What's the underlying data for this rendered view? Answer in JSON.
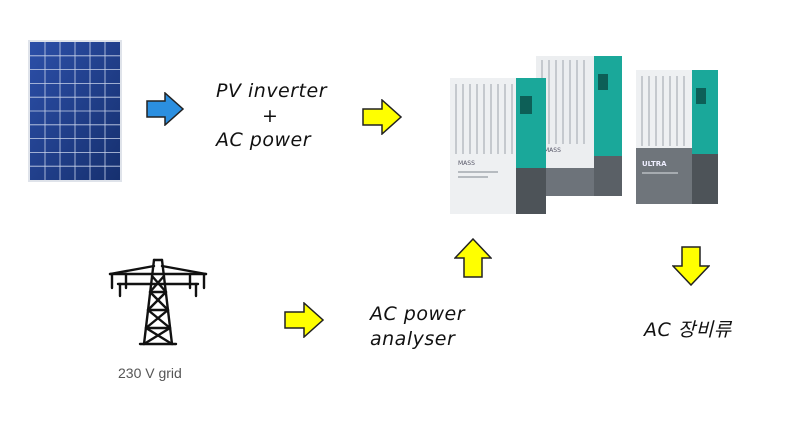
{
  "labels": {
    "pv_line1": "PV inverter",
    "pv_plus": "+",
    "pv_line2": "AC power",
    "analyser_line1": "AC power",
    "analyser_line2": "analyser",
    "equipment": "AC 장비류",
    "grid": "230 V grid"
  },
  "devices": {
    "unit1_brand": "MASS",
    "unit2_brand": "MASS",
    "unit3_brand": "ULTRA"
  },
  "colors": {
    "arrow_blue": "#2b8fe0",
    "arrow_yellow": "#ffff00",
    "device_teal": "#1aa89a",
    "panel_blue": "#1f3f8f"
  },
  "icons": {
    "solar": "solar-panel-icon",
    "tower": "transmission-tower-icon"
  }
}
